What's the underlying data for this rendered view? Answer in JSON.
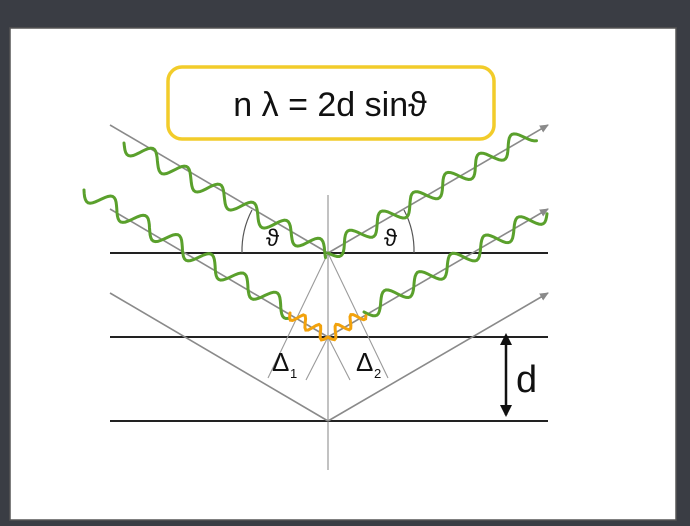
{
  "formula": "n λ = 2d  sinϑ",
  "labels": {
    "theta_left": "ϑ",
    "theta_right": "ϑ",
    "delta1_symbol": "Δ",
    "delta1_sub": "1",
    "delta2_symbol": "Δ",
    "delta2_sub": "2",
    "spacing": "d"
  },
  "colors": {
    "background": "#3a3d44",
    "panel": "#ffffff",
    "lattice_line": "#222222",
    "ray": "#8a8a8a",
    "wave": "#5aa02c",
    "path_difference": "#f2a20c",
    "formula_box": "#f2cc2a"
  }
}
